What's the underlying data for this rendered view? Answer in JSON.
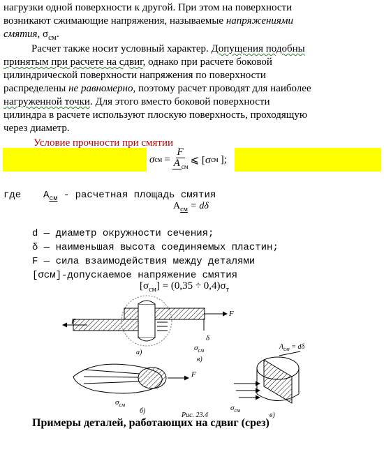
{
  "paragraph1": {
    "line1": "нагрузки одной поверхности к другой. При этом на поверхности",
    "line2_pre": "возникают сжимающие напряжения, называемые ",
    "line2_italic": "напряжениями",
    "line3_italic": "смятия",
    "line3_post": ", σ",
    "line3_sub": "см",
    "line3_end": "."
  },
  "paragraph2": {
    "line1_pre": "Расчет также носит условный характер. ",
    "line1_u": "Допущения подобны",
    "line2_u": "принятым при расчете на сдвиг",
    "line2_post": ", однако при расчете боковой",
    "line3": "цилиндрической поверхности напряжения по поверхности",
    "line4_pre": "распределены ",
    "line4_italic": "не равномерно",
    "line4_post": ", поэтому расчет проводят для наиболее",
    "line5_u": "нагруженной точки",
    "line5_post": ". Для этого вместо боковой поверхности",
    "line6": "цилиндра в расчете используют плоскую поверхность, проходящую",
    "line7": "через диаметр."
  },
  "condition": {
    "title": "Условие прочности при смятии",
    "sigma_lhs": "σ",
    "sigma_sub": "см",
    "eq": "=",
    "numerator": "F",
    "denominator": "A",
    "denominator_sub": "см",
    "rel": "⩽ [σ",
    "rhs_sub": "см",
    "rhs_end": "];"
  },
  "where": {
    "label": "где",
    "A": "A",
    "A_sub": "см",
    "dash": " -  расчетная площадь смятия",
    "formula_A": "A",
    "formula_sub": "см",
    "formula_rhs": " = dδ"
  },
  "definitions": [
    "d — диаметр окружности сечения;",
    "δ — наименьшая высота соединяемых пластин;",
    "F — сила взаимодействия между деталями",
    "[σсм]-допускаемое напряжение смятия"
  ],
  "allowable": {
    "lhs": "[σ",
    "lhs_sub": "см",
    "rhs": "] = (0,35 ÷ 0,4)σ",
    "rhs_sub": "т"
  },
  "figure": {
    "label_a": "а)",
    "label_b": "б)",
    "label_v": "в)",
    "sigma_label": "σ",
    "sigma_sub": "см",
    "F": "F",
    "delta": "δ",
    "A_label": "A",
    "A_sub": "см",
    "A_rhs": " = dδ",
    "caption": "Рис. 23.4"
  },
  "bottom_caption": "Примеры деталей, работающих на сдвиг (срез)"
}
